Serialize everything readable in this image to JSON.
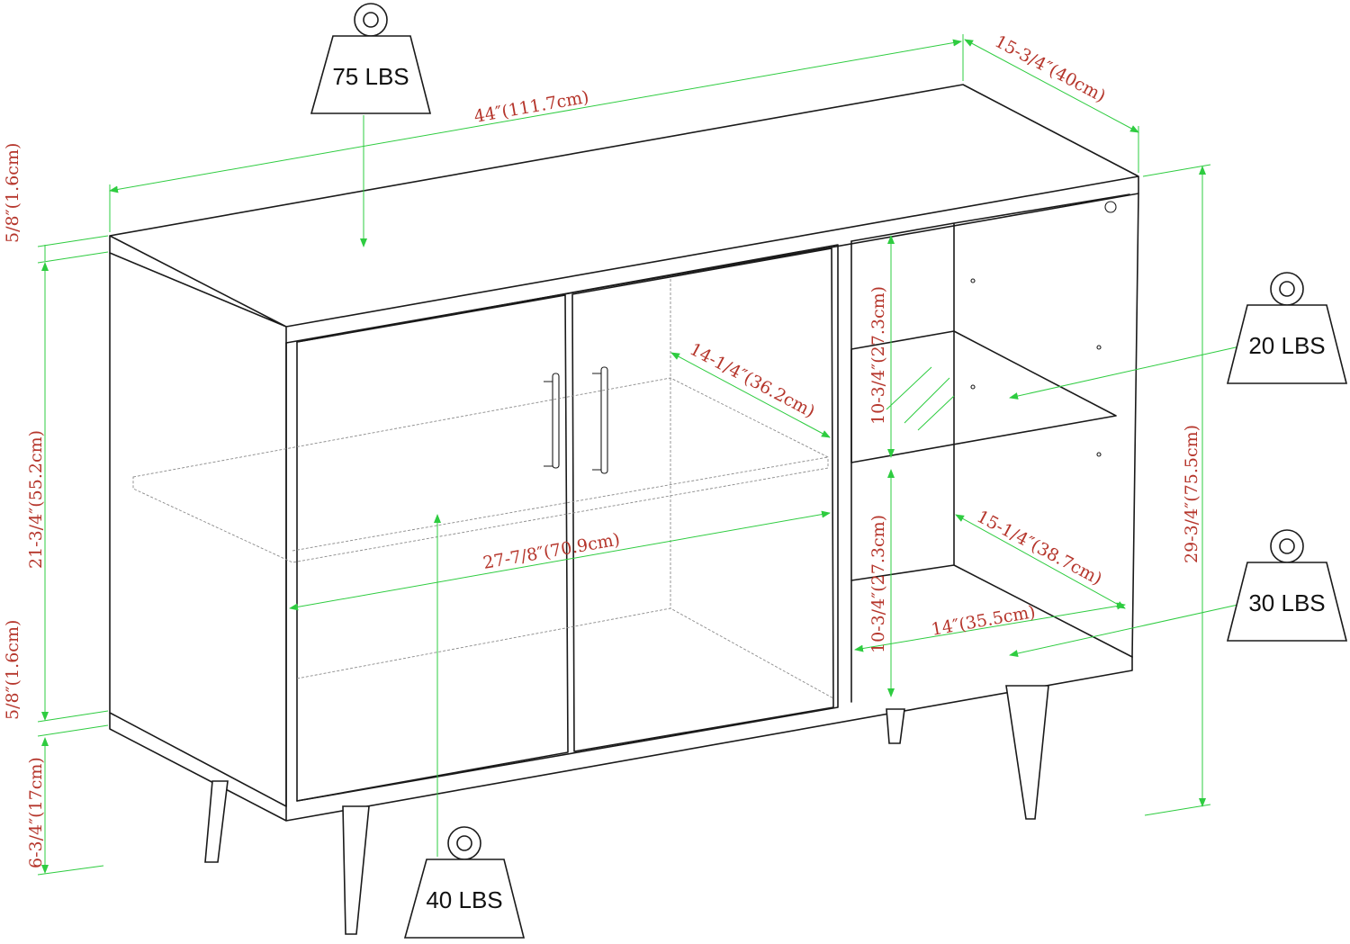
{
  "colors": {
    "outline": "#1a1a1a",
    "dimension_line": "#2ecc40",
    "dimension_text": "#b5352b",
    "background": "#ffffff"
  },
  "weights": {
    "top": "75 LBS",
    "bottom": "40 LBS",
    "shelf": "20 LBS",
    "bottom_shelf": "30 LBS"
  },
  "dimensions": {
    "width": "44″(111.7cm)",
    "depth": "15-3/4″(40cm)",
    "top_thickness": "5/8″(1.6cm)",
    "body_height": "21-3/4″(55.2cm)",
    "bottom_thickness": "5/8″(1.6cm)",
    "leg_height": "6-3/4″(17cm)",
    "total_height": "29-3/4″(75.5cm)",
    "inner_shelf_depth": "14-1/4″(36.2cm)",
    "inner_width": "27-7/8″(70.9cm)",
    "upper_cubby_height": "10-3/4″(27.3cm)",
    "lower_cubby_height": "10-3/4″(27.3cm)",
    "cubby_depth": "15-1/4″(38.7cm)",
    "cubby_width": "14″(35.5cm)"
  }
}
